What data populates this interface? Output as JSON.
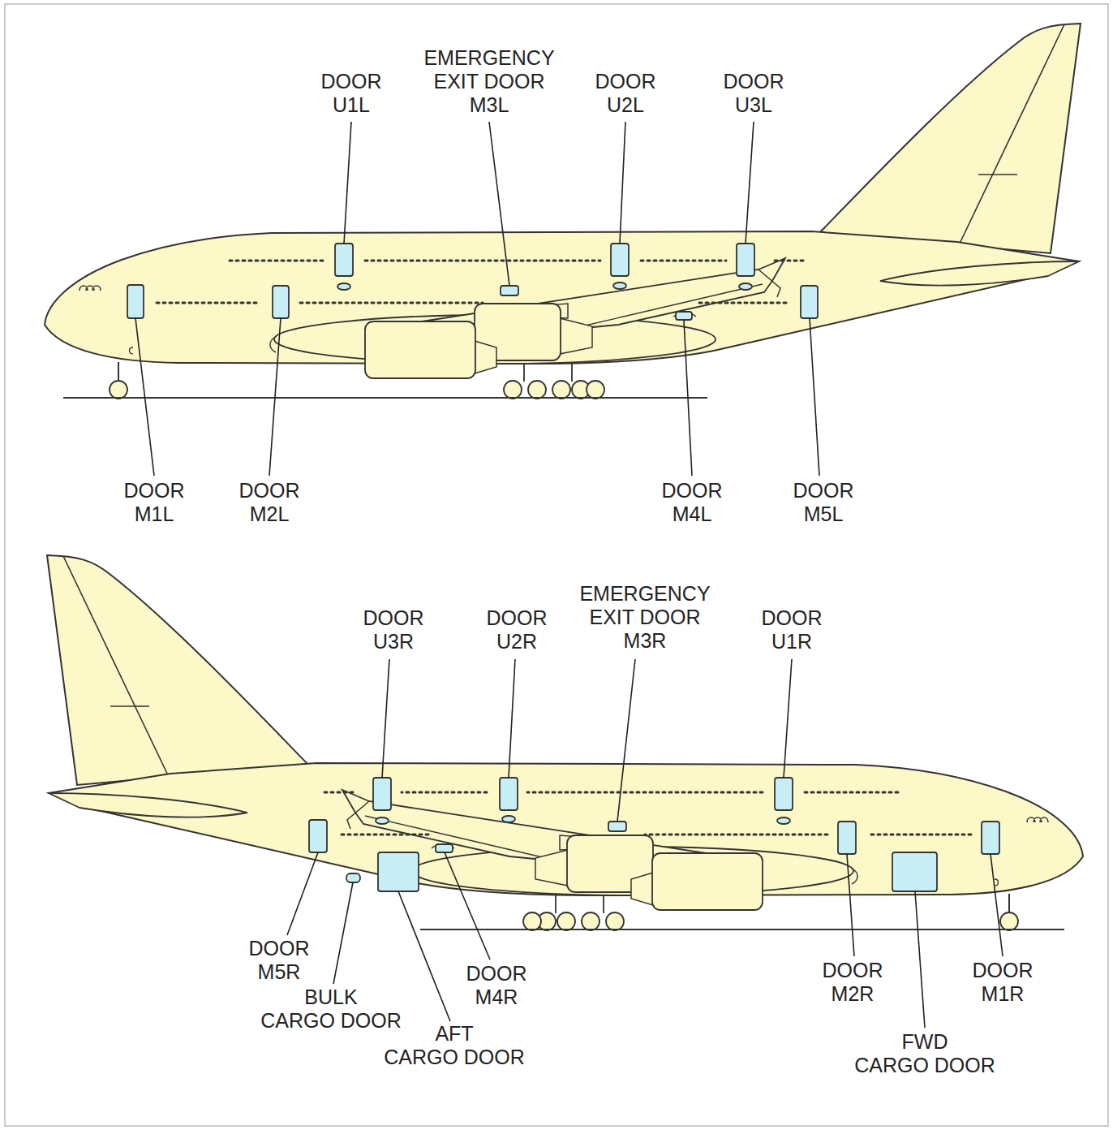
{
  "diagram": {
    "labels": [
      "DOOR U1L",
      "EMERGENCY EXIT DOOR M3L",
      "DOOR U2L",
      "DOOR U3L",
      "DOOR M1L",
      "DOOR M2L",
      "DOOR M4L",
      "DOOR M5L",
      "DOOR U3R",
      "DOOR U2R",
      "EMERGENCY EXIT DOOR M3R",
      "DOOR U1R",
      "DOOR M5R",
      "BULK CARGO DOOR",
      "AFT CARGO DOOR",
      "DOOR M4R",
      "DOOR M2R",
      "FWD CARGO DOOR",
      "DOOR M1R"
    ]
  }
}
